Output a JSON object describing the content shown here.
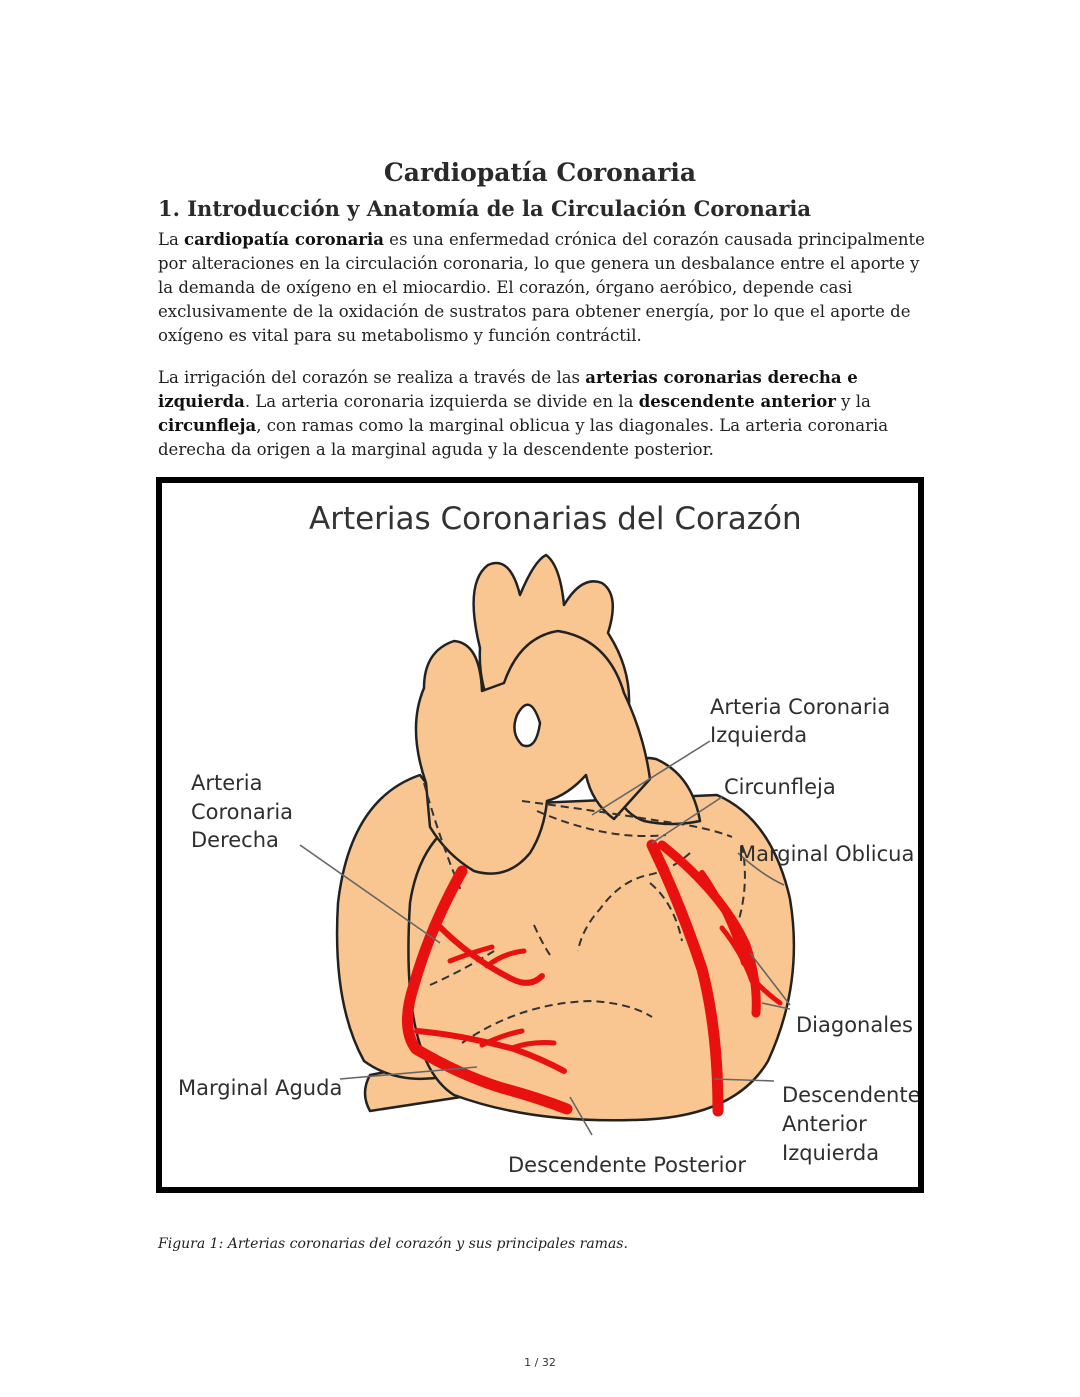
{
  "document": {
    "title": "Cardiopatía Coronaria",
    "section_heading": "1. Introducción y Anatomía de la Circulación Coronaria",
    "paragraph1": {
      "t1": "La ",
      "b1": "cardiopatía coronaria",
      "t2": " es una enfermedad crónica del corazón causada principalmente por alteraciones en la circulación coronaria, lo que genera un desbalance entre el aporte y la demanda de oxígeno en el miocardio. El corazón, órgano aeróbico, depende casi exclusivamente de la oxidación de sustratos para obtener energía, por lo que el aporte de oxígeno es vital para su metabolismo y función contráctil."
    },
    "paragraph2": {
      "t1": "La irrigación del corazón se realiza a través de las ",
      "b1": "arterias coronarias derecha e izquierda",
      "t2": ". La arteria coronaria izquierda se divide en la ",
      "b2": "descendente anterior",
      "t3": " y la ",
      "b3": "circunfleja",
      "t4": ", con ramas como la marginal oblicua y las diagonales. La arteria coronaria derecha da origen a la marginal aguda y la descendente posterior."
    },
    "figure": {
      "title": "Arterias Coronarias del Corazón",
      "labels": {
        "aci_line1": "Arteria Coronaria",
        "aci_line2": "Izquierda",
        "circunfleja": "Circunfleja",
        "acd_line1": "Arteria",
        "acd_line2": "Coronaria",
        "acd_line3": "Derecha",
        "marginal_oblicua": "Marginal Oblicua",
        "diagonales": "Diagonales",
        "marginal_aguda": "Marginal Aguda",
        "dai_line1": "Descendente",
        "dai_line2": "Anterior",
        "dai_line3": "Izquierda",
        "descendente_posterior": "Descendente Posterior"
      },
      "colors": {
        "heart": "#f9c590",
        "artery": "#e8110f",
        "outline": "#222222"
      }
    },
    "caption": "Figura 1: Arterias coronarias del corazón y sus principales ramas.",
    "page_number": "1 / 32"
  }
}
